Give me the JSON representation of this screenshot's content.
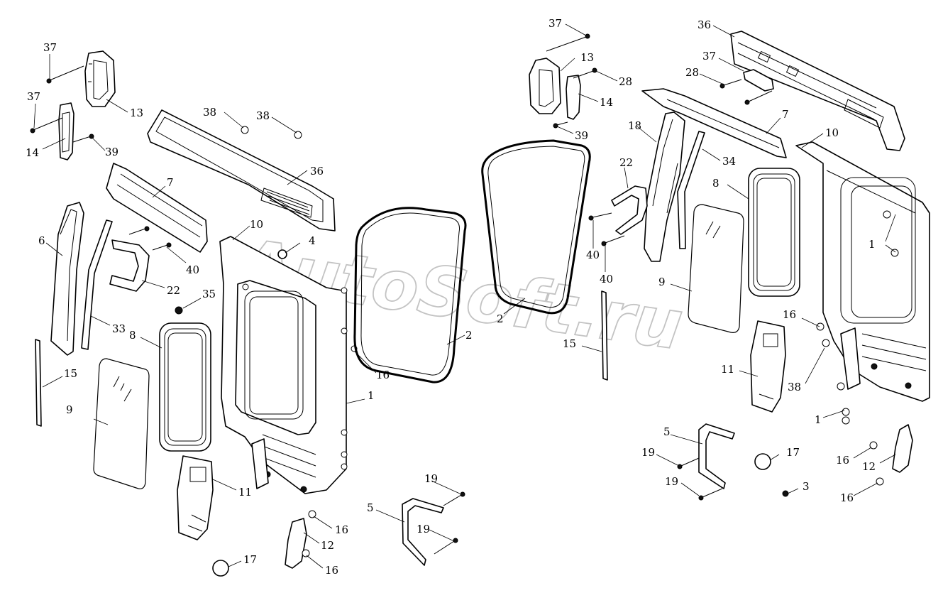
{
  "watermark": "AutoSoft.ru",
  "callouts": {
    "c37a": "37",
    "c37b": "37",
    "c13a": "13",
    "c14a": "14",
    "c39a": "39",
    "c38a": "38",
    "c38b": "38",
    "c36a": "36",
    "c7a": "7",
    "c6": "6",
    "c10a": "10",
    "c4": "4",
    "c40a": "40",
    "c22a": "22",
    "c35": "35",
    "c33": "33",
    "c8a": "8",
    "c16a": "16",
    "c2a": "2",
    "c2b": "2",
    "c15a": "15",
    "c9a": "9",
    "c1a": "1",
    "c11a": "11",
    "c19a": "19",
    "c5a": "5",
    "c19b": "19",
    "c16b": "16",
    "c12a": "12",
    "c16c": "16",
    "c17a": "17",
    "c37c": "37",
    "c13b": "13",
    "c28a": "28",
    "c14b": "14",
    "c39b": "39",
    "c36b": "36",
    "c37d": "37",
    "c28b": "28",
    "c7b": "7",
    "c18": "18",
    "c10b": "10",
    "c34": "34",
    "c22b": "22",
    "c8b": "8",
    "c40b": "40",
    "c40c": "40",
    "c1b": "1",
    "c9b": "9",
    "c16d": "16",
    "c15b": "15",
    "c11b": "11",
    "c38c": "38",
    "c1c": "1",
    "c5b": "5",
    "c19c": "19",
    "c19d": "19",
    "c17b": "17",
    "c16e": "16",
    "c12b": "12",
    "c3": "3",
    "c16f": "16"
  }
}
